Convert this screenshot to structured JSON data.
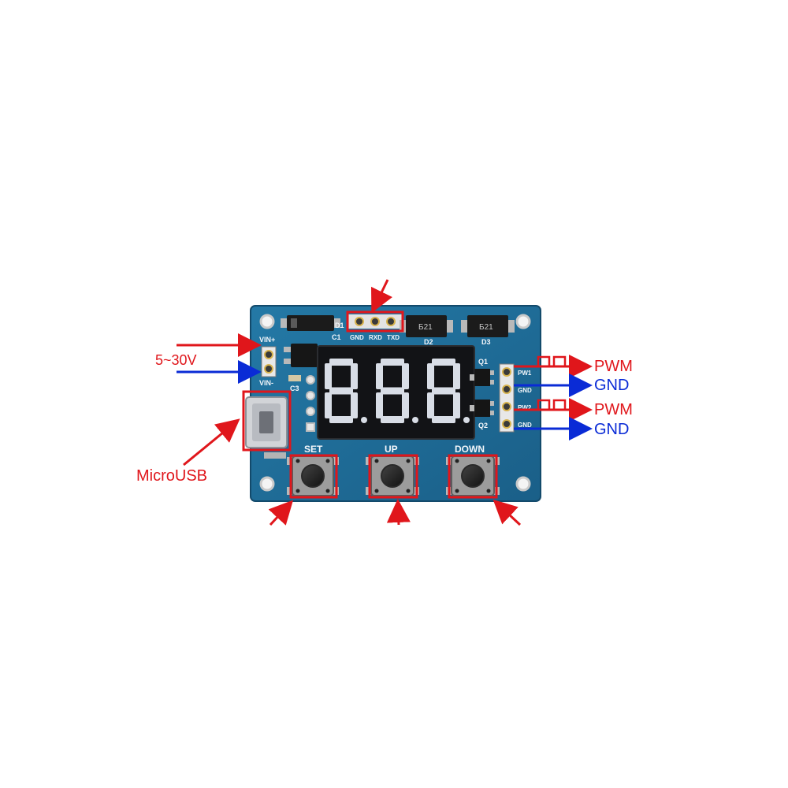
{
  "board": {
    "display_digits": [
      "8.",
      "8.",
      "8."
    ],
    "colors": {
      "pcb": "#1f6f9a",
      "pcb_dark": "#174f72",
      "display": "#121316",
      "segment": "#d8dde6",
      "annotation_red": "#e0161b",
      "annotation_blue": "#0a2bd6"
    },
    "silkscreen": {
      "vin_plus": "VIN+",
      "vin_minus": "VIN-",
      "c3": "C3",
      "c1": "C1",
      "d1": "D1",
      "d2": "D2",
      "d3": "D3",
      "q1": "Q1",
      "q2": "Q2",
      "diode_code_1": "Б21",
      "diode_code_2": "Б21",
      "uart_gnd": "GND",
      "uart_rxd": "RXD",
      "uart_txd": "TXD",
      "out_pw1": "PW1",
      "out_gnd1": "GND",
      "out_pw2": "PW2",
      "out_gnd2": "GND",
      "btn_set": "SET",
      "btn_up": "UP",
      "btn_down": "DOWN"
    }
  },
  "annotations": {
    "voltage": "5~30V",
    "usb": "MicroUSB",
    "out1_signal": "PWM",
    "out1_ground": "GND",
    "out2_signal": "PWM",
    "out2_ground": "GND"
  }
}
